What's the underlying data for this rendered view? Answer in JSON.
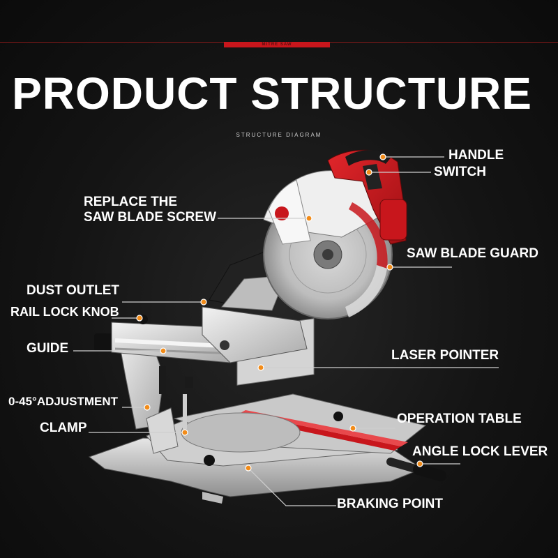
{
  "banner": {
    "tab_text": "MITRE SAW"
  },
  "title": "PRODUCT STRUCTURE",
  "subtitle": "STRUCTURE DIAGRAM",
  "brand_mark": "",
  "colors": {
    "accent": "#c8161c",
    "dot": "#f28c1a",
    "label": "#ffffff",
    "background": "#141414"
  },
  "callouts": [
    {
      "id": "handle",
      "text": "HANDLE"
    },
    {
      "id": "switch",
      "text": "SWITCH"
    },
    {
      "id": "replace-screw",
      "line1": "REPLACE THE",
      "line2": "SAW BLADE SCREW"
    },
    {
      "id": "saw-blade-guard",
      "text": "SAW BLADE GUARD"
    },
    {
      "id": "dust-outlet",
      "text": "DUST OUTLET"
    },
    {
      "id": "rail-lock-knob",
      "text": "RAIL LOCK KNOB"
    },
    {
      "id": "guide",
      "text": "GUIDE"
    },
    {
      "id": "laser-pointer",
      "text": "LASER POINTER"
    },
    {
      "id": "adjustment",
      "text": "0-45°ADJUSTMENT"
    },
    {
      "id": "operation-table",
      "text": "OPERATION TABLE"
    },
    {
      "id": "clamp",
      "text": "CLAMP"
    },
    {
      "id": "angle-lock-lever",
      "text": "ANGLE LOCK LEVER"
    },
    {
      "id": "braking-point",
      "text": "BRAKING POINT"
    }
  ]
}
